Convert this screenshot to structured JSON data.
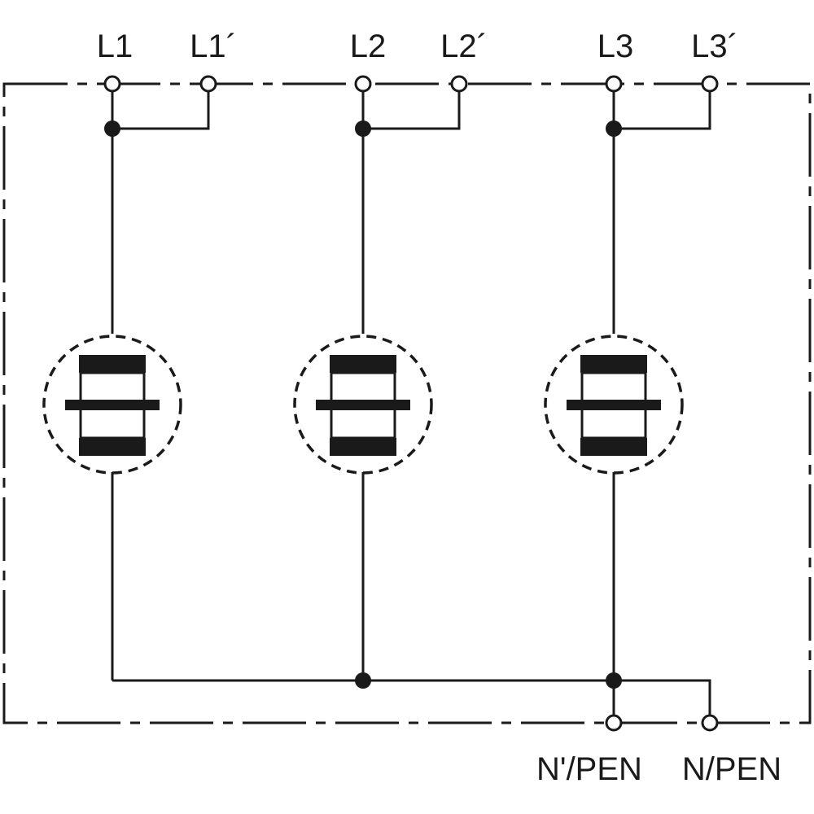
{
  "terminals": {
    "top": [
      "L1",
      "L1´",
      "L2",
      "L2´",
      "L3",
      "L3´"
    ],
    "bottom": [
      "N'/PEN",
      "N/PEN"
    ]
  },
  "colors": {
    "line": "#1a1a1a",
    "background": "#ffffff"
  }
}
